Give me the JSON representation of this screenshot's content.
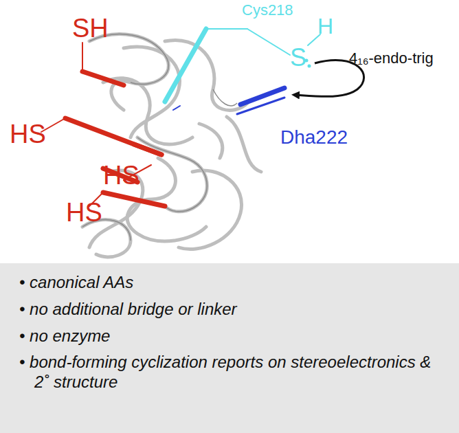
{
  "diagram": {
    "nodes": [
      {
        "text": [
          "• canonical AAs",
          "• no additional bridge or linker",
          "• no enzyme",
          "• bond-forming cyclization reports on stereoelectronics & 2˚ structure"
        ]
      }
    ],
    "labels": [
      "SH",
      "HS",
      "HS",
      "HS",
      "Cys218",
      "S",
      "H",
      "Dha222",
      "4₁₆-endo-trig"
    ]
  }
}
